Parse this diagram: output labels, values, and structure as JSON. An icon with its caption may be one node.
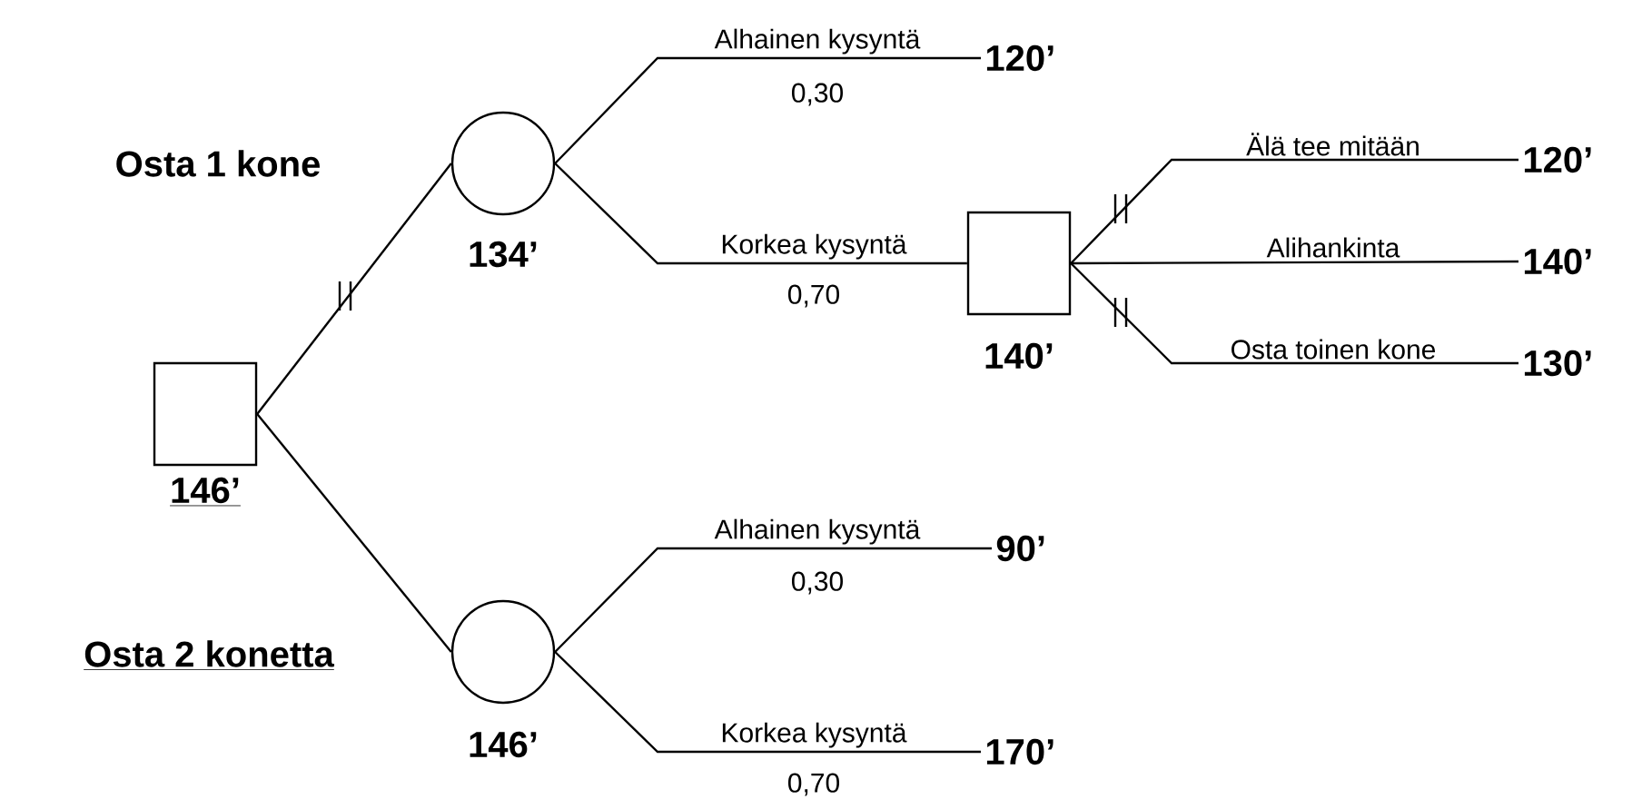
{
  "diagram": {
    "nodes": [
      {
        "text": [],
        "shape": "box",
        "beside": [
          "146’"
        ]
      },
      {
        "text": [],
        "shape": "circle",
        "beside": [
          "134’"
        ]
      },
      {
        "text": [],
        "shape": "circle",
        "beside": [
          "146’"
        ]
      },
      {
        "text": [],
        "shape": "box",
        "beside": [
          "140’"
        ]
      },
      {
        "text": [
          "120’"
        ]
      },
      {
        "text": [
          "120’"
        ]
      },
      {
        "text": [
          "140’"
        ]
      },
      {
        "text": [
          "130’"
        ]
      },
      {
        "text": [
          "90’"
        ]
      },
      {
        "text": [
          "170’"
        ]
      }
    ],
    "edges": [
      {
        "from": 0,
        "to": 1,
        "arrow": "none",
        "label": "Osta 1 kone"
      },
      {
        "from": 0,
        "to": 2,
        "arrow": "none",
        "label": "Osta 2 konetta"
      },
      {
        "from": 1,
        "to": 4,
        "arrow": "none",
        "label": "Alhainen kysyntä"
      },
      {
        "from": 1,
        "to": 3,
        "arrow": "none",
        "label": "Korkea kysyntä"
      },
      {
        "from": 3,
        "to": 5,
        "arrow": "none",
        "label": "Älä tee mitään"
      },
      {
        "from": 3,
        "to": 6,
        "arrow": "none",
        "label": "Alihankinta"
      },
      {
        "from": 3,
        "to": 7,
        "arrow": "none",
        "label": "Osta toinen kone"
      },
      {
        "from": 2,
        "to": 8,
        "arrow": "none",
        "label": "Alhainen kysyntä"
      },
      {
        "from": 2,
        "to": 9,
        "arrow": "none",
        "label": "Korkea kysyntä"
      }
    ],
    "labels": [
      "0,30",
      "0,70",
      "0,30",
      "0,70"
    ]
  }
}
